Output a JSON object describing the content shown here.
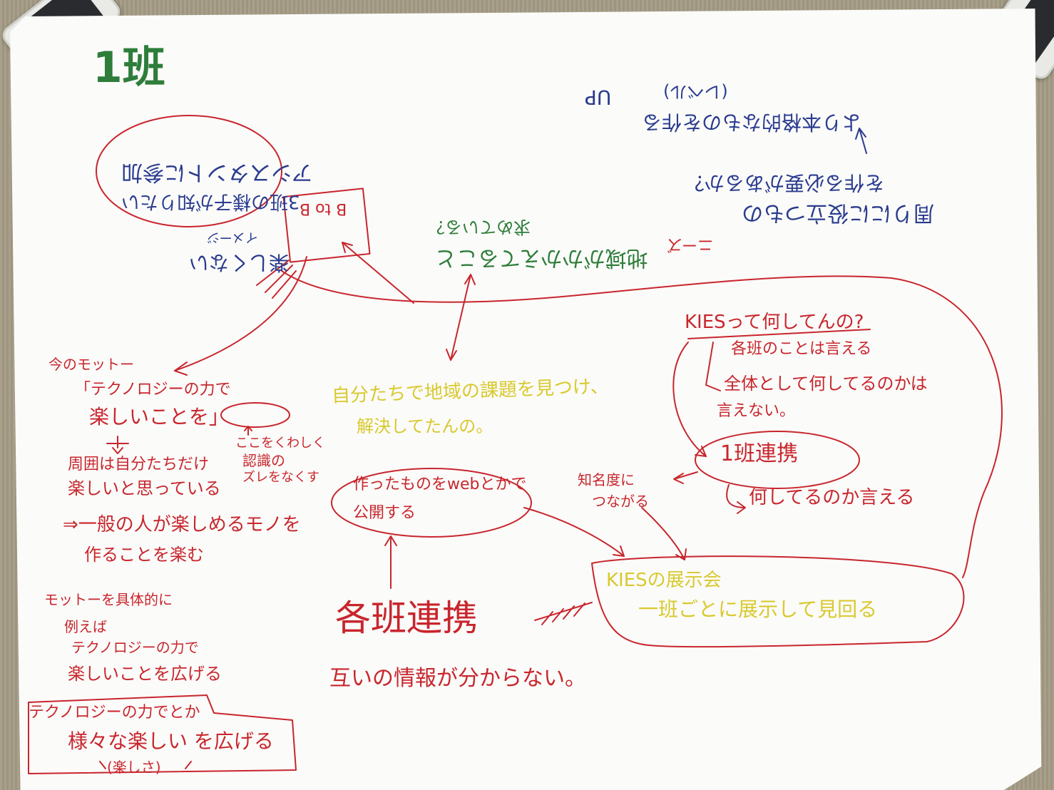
{
  "title": "1班",
  "notes": {
    "motto_header": "今のモットー",
    "motto_line1": "「テクノロジーの力で",
    "motto_line2": "楽しいことを」",
    "surroundings_1": "周囲は自分たちだけ",
    "surroundings_2": "楽しいと思っている",
    "detail_1": "ここをくわしく",
    "detail_2": "認識の",
    "detail_3": "ズレをなくす",
    "general_1": "⇒一般の人が楽しめるモノを",
    "general_2": "作ることを楽む",
    "concrete_1": "モットーを具体的に",
    "concrete_2": "例えば",
    "concrete_3": "テクノロジーの力で",
    "concrete_4": "楽しいことを広げる",
    "box_1": "テクノロジーの力でとか",
    "box_2": "様々な楽しい を広げる",
    "box_3": "(楽しさ)",
    "renkei_big": "各班連携",
    "info_unknown": "互いの情報が分からない。",
    "web_1": "作ったものをwebとかで",
    "web_2": "公開する",
    "yellow_1": "自分たちで地域の課題を見つけ、",
    "yellow_2": "解決してたんの。",
    "kies_q": "KIESって何してんの?",
    "kies_a1": "各班のことは言える",
    "kies_a2": "全体として何してるのかは",
    "kies_a3": "言えない。",
    "renkei_circle": "1班連携",
    "chimeido_1": "知名度に",
    "chimeido_2": "つながる",
    "nani_ieru": "何してるのか言える",
    "kies_tenji_1": "KIESの展示会",
    "kies_tenji_2": "一班ごとに展示して見回る",
    "inv_oval_1": "アシスタントに参加",
    "inv_oval_2": "3班の様子が知りたい",
    "inv_bb": "B to B",
    "inv_tanoshi_1": "楽しくない",
    "inv_tanoshi_2": "イメージ",
    "inv_green_1": "地域がかかえてること",
    "inv_green_2": "求めている？",
    "inv_right_1": "周りにに役立つもの",
    "inv_right_2": "を作る必要があるか？",
    "inv_right_3": "より本格的なものを作る",
    "inv_right_4": "(レベル)",
    "inv_right_5": "UP",
    "inv_right_6": "ニーズ"
  }
}
